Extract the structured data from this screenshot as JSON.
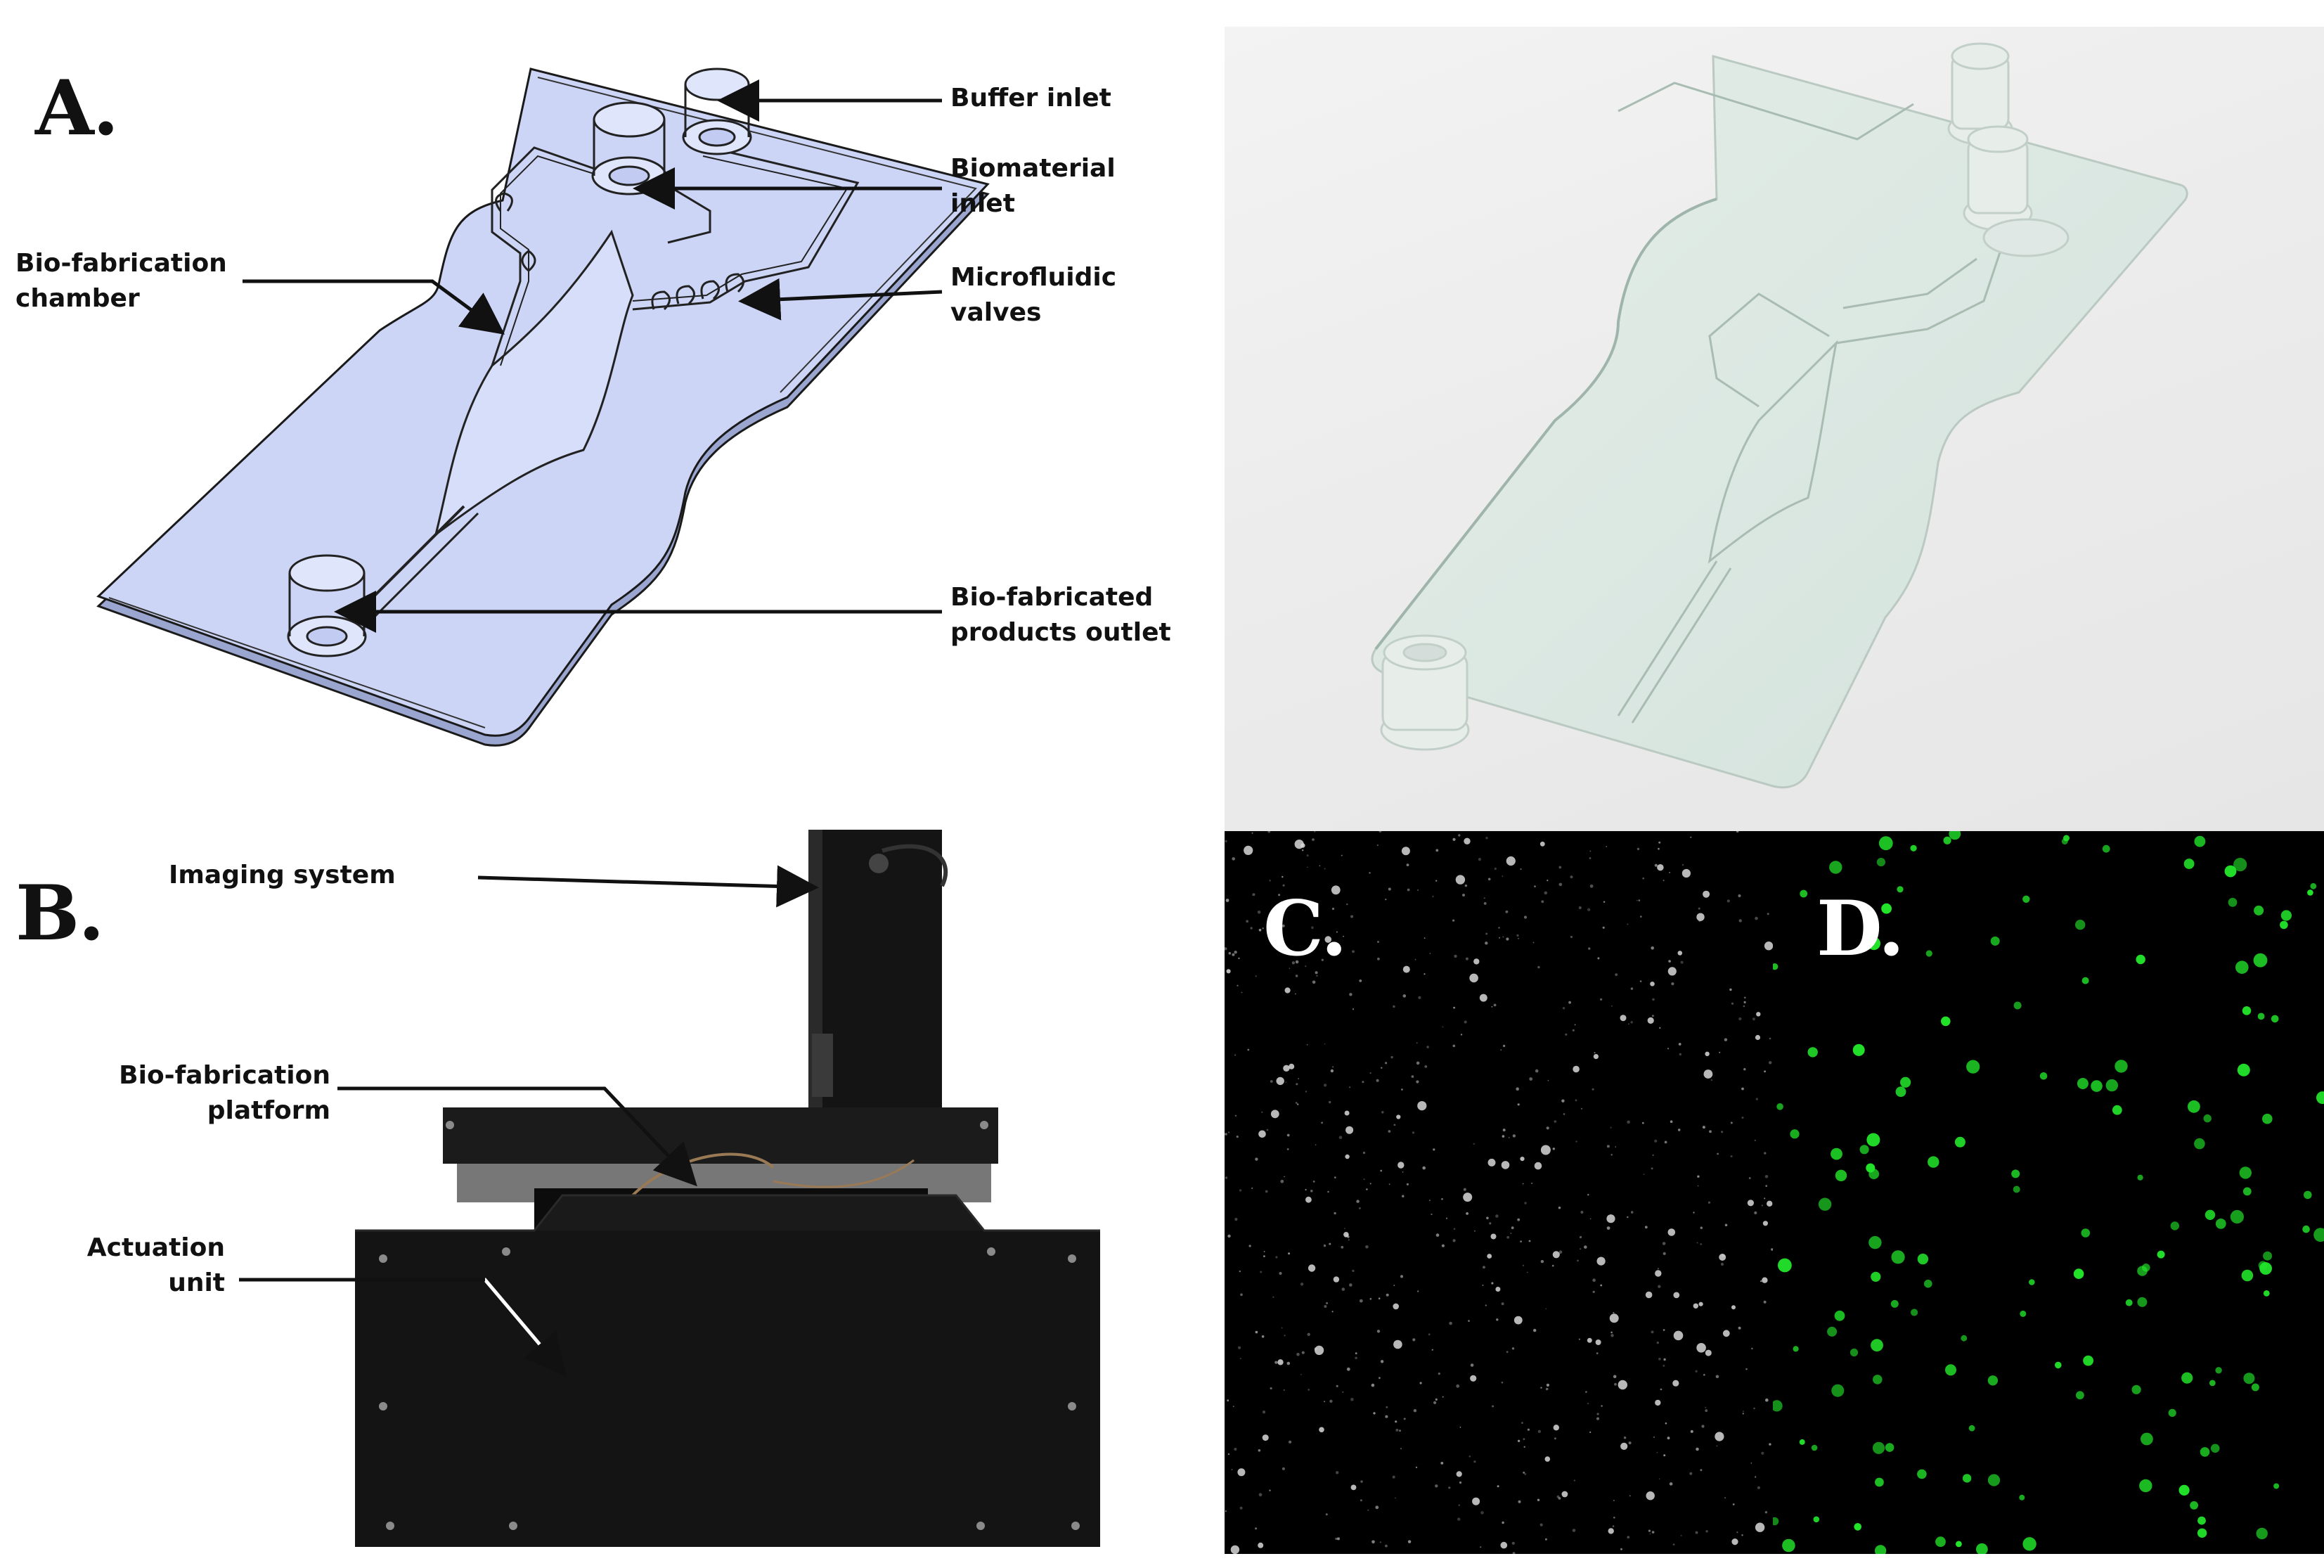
{
  "panel_a": {
    "letter": "A.",
    "callouts": {
      "buffer_inlet": "Buffer inlet",
      "biomaterial_inlet_1": "Biomaterial",
      "biomaterial_inlet_2": "inlet",
      "chamber_1": "Bio-fabrication",
      "chamber_2": "chamber",
      "valves_1": "Microfluidic",
      "valves_2": "valves",
      "outlet_1": "Bio-fabricated",
      "outlet_2": "products outlet"
    }
  },
  "panel_b": {
    "letter": "B.",
    "callouts": {
      "imaging": "Imaging system",
      "platform_1": "Bio-fabrication",
      "platform_2": "platform",
      "actuation_1": "Actuation",
      "actuation_2": "unit"
    }
  },
  "panel_c": {
    "letter": "C."
  },
  "panel_d": {
    "letter": "D."
  },
  "colors": {
    "chip_fill": "#ccd5f6",
    "chip_edge": "#1a1a1a",
    "machine": "#141414",
    "fluorescence_green": "#22e52a",
    "microscopy_gray": "#d8d8d8"
  }
}
